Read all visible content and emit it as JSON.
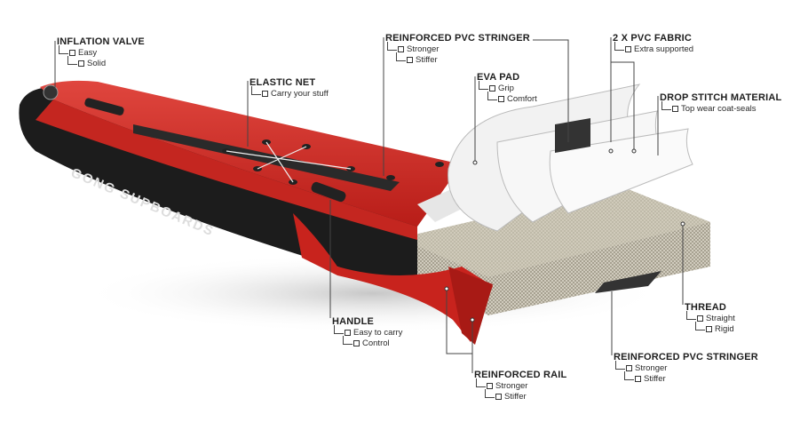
{
  "brand_text": "GONG SUPBOARDS",
  "colors": {
    "board_red": "#d42a24",
    "board_black": "#1c1c1c",
    "drop_stitch": "#bdb7a8"
  },
  "callouts": {
    "inflation_valve": {
      "title": "INFLATION VALVE",
      "items": [
        "Easy",
        "Solid"
      ]
    },
    "elastic_net": {
      "title": "ELASTIC NET",
      "items": [
        "Carry your stuff"
      ]
    },
    "stringer_top": {
      "title": "REINFORCED PVC STRINGER",
      "items": [
        "Stronger",
        "Stiffer"
      ]
    },
    "eva_pad": {
      "title": "EVA PAD",
      "items": [
        "Grip",
        "Comfort"
      ]
    },
    "pvc_fabric": {
      "title": "2 X PVC FABRIC",
      "items": [
        "Extra supported"
      ]
    },
    "drop_stitch": {
      "title": "DROP STITCH MATERIAL",
      "items": [
        "Top wear coat-seals"
      ]
    },
    "thread": {
      "title": "THREAD",
      "items": [
        "Straight",
        "Rigid"
      ]
    },
    "handle": {
      "title": "HANDLE",
      "items": [
        "Easy to carry",
        "Control"
      ]
    },
    "rail": {
      "title": "REINFORCED RAIL",
      "items": [
        "Stronger",
        "Stiffer"
      ]
    },
    "stringer_bottom": {
      "title": "REINFORCED PVC STRINGER",
      "items": [
        "Stronger",
        "Stiffer"
      ]
    }
  }
}
